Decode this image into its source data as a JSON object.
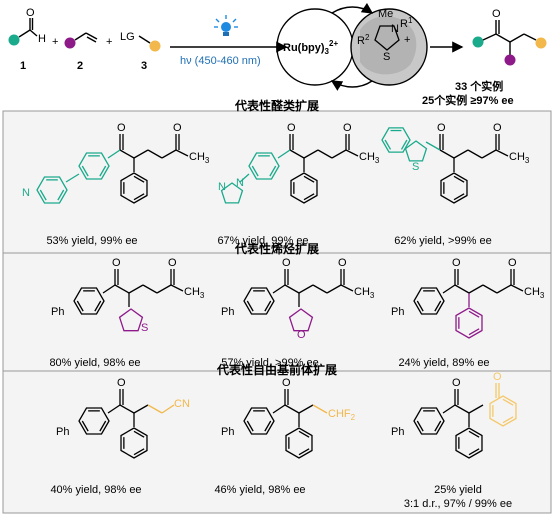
{
  "colors": {
    "teal": "#1aaa8c",
    "purple": "#8e1a8a",
    "yellow": "#f2b84b",
    "light_yellow": "#f5c86a",
    "blue_text": "#1f6fb5",
    "panel_border": "#999999",
    "panel_fill": "#f4f4f4",
    "catalyst_fill": "#c8c8c8"
  },
  "reaction": {
    "reagent1_label": "1",
    "reagent2_label": "2",
    "reagent3_label": "3",
    "plus1": "+",
    "plus2": "+",
    "lg_label": "LG",
    "aldehyde_H": "H",
    "aldehyde_O": "O",
    "light_condition": "hν (450-460 nm)",
    "photocatalyst": "Ru(bpy)",
    "photocatalyst_sub": "3",
    "photocatalyst_sup": "2+",
    "nhc_me": "Me",
    "nhc_n": "N",
    "nhc_r1": "R",
    "nhc_r1_sup": "1",
    "nhc_plus": "+",
    "nhc_r2": "R",
    "nhc_r2_sup": "2",
    "nhc_s": "S",
    "summary_line1": "33 个实例",
    "summary_line2": "25个实例  ≥97% ee"
  },
  "sections": [
    {
      "title": "代表性醛类扩展",
      "items": [
        {
          "yield_text": "53% yield, 99% ee"
        },
        {
          "yield_text": "67% yield, 99% ee"
        },
        {
          "yield_text": "62% yield, >99% ee"
        }
      ]
    },
    {
      "title": "代表性烯烃扩展",
      "items": [
        {
          "yield_text": "80% yield, 98% ee"
        },
        {
          "yield_text": "57% yield, >99% ee"
        },
        {
          "yield_text": "24% yield, 89% ee"
        }
      ]
    },
    {
      "title": "代表性自由基前体扩展",
      "items": [
        {
          "yield_text": "40% yield, 98% ee"
        },
        {
          "yield_text": "46% yield, 98% ee"
        },
        {
          "yield_text": "25% yield",
          "yield_text2": "3:1 d.r., 97% / 99% ee"
        }
      ]
    }
  ],
  "atoms": {
    "O": "O",
    "N": "N",
    "S": "S",
    "Ph": "Ph",
    "CH3": "CH",
    "CH3_sub": "3",
    "CN": "CN",
    "CHF2": "CHF",
    "CHF2_sub": "2"
  },
  "icons": {
    "light": "lightbulb-icon"
  }
}
